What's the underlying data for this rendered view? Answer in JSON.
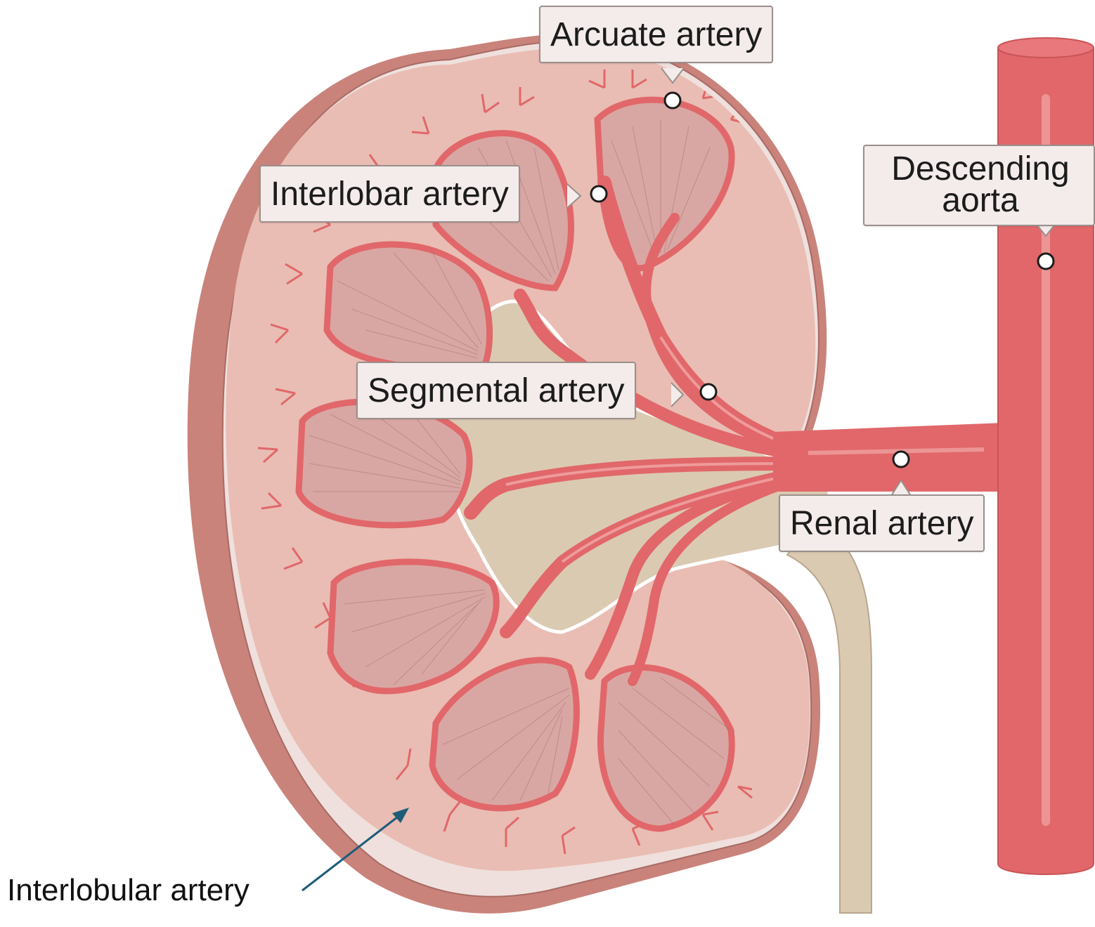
{
  "labels": {
    "arcuate_artery": "Arcuate artery",
    "interlobar_artery": "Interlobar artery",
    "segmental_artery": "Segmental artery",
    "renal_artery": "Renal artery",
    "descending_aorta_line1": "Descending",
    "descending_aorta_line2": "aorta",
    "interlobular_artery": "Interlobular artery"
  },
  "colors": {
    "artery": "#e1676a",
    "capsule": "#c9837b",
    "cortex": "#e9bdb3",
    "pyramid": "#d9a7a3",
    "pelvis": "#dbcab2",
    "leader_arrow": "#1f5c7a"
  }
}
